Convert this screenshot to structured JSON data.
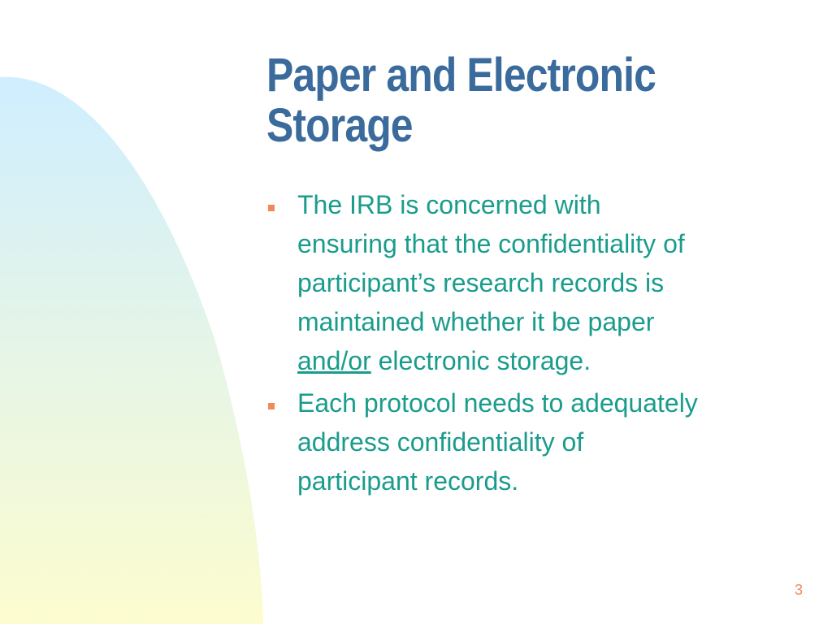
{
  "colors": {
    "title": "#3a6b9c",
    "body_text": "#1a9c8c",
    "bullet_marker": "#f08a5a",
    "page_number": "#f08a5a",
    "arc_gradient_top": "#cfeeff",
    "arc_gradient_bottom": "#fcfccf"
  },
  "slide": {
    "title_line1": "Paper and Electronic",
    "title_line2": "Storage",
    "bullets": [
      {
        "line1": "The IRB is concerned with",
        "line2": "ensuring that the confidentiality of",
        "line3": "participant’s research records is",
        "line4": "maintained whether it be paper",
        "line5_underlined": "and/or",
        "line5_rest": " electronic storage."
      },
      {
        "line1": "Each protocol needs to adequately",
        "line2": "address confidentiality of",
        "line3": "participant records."
      }
    ],
    "page_number": "3"
  }
}
